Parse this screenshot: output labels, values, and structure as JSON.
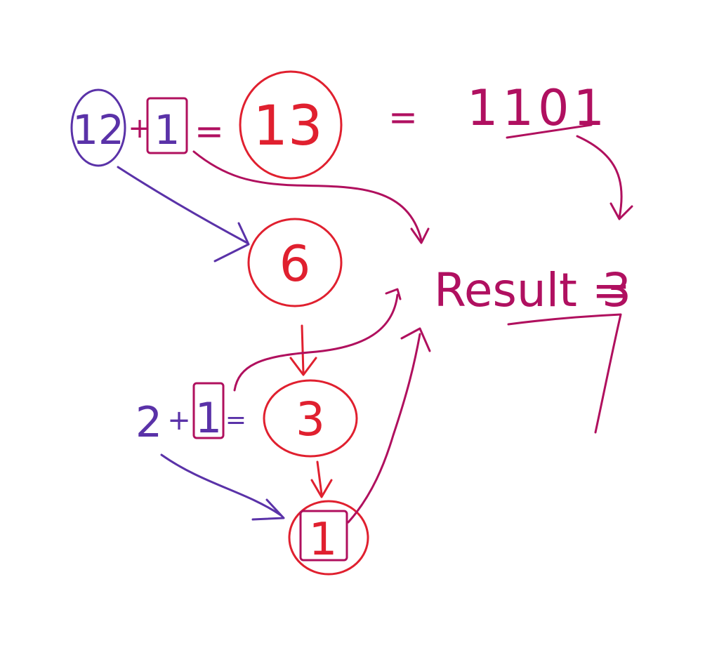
{
  "colors": {
    "purple": "#5a32a8",
    "red": "#e0202f",
    "magenta": "#b0105e",
    "background": "#ffffff"
  },
  "top_equation": {
    "operand_a": "12",
    "plus": "+",
    "operand_b": "1",
    "equals": "=",
    "result": "13"
  },
  "binary": {
    "equals": "=",
    "digits": "1101"
  },
  "step_half": "6",
  "step_quarter": "3",
  "lower_equation": {
    "operand_a": "2",
    "plus": "+",
    "operand_b": "1",
    "equals": "="
  },
  "final_node": "1",
  "result_label": "Result =",
  "result_value": "3"
}
